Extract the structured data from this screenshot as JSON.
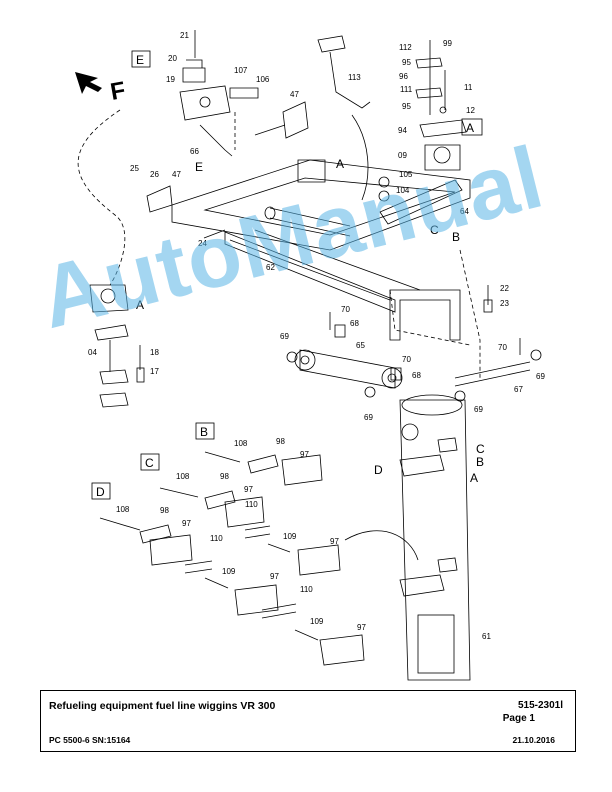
{
  "title_block": {
    "title": "Refueling equipment fuel line wiggins VR 300",
    "document_number": "515-2301l",
    "page": "Page 1",
    "machine": "PC 5500-6 SN:15164",
    "date": "21.10.2016"
  },
  "direction_label": "F",
  "detail_boxes": {
    "A1": "A",
    "A2": "A",
    "B": "B",
    "C": "C",
    "D": "D",
    "E": "E"
  },
  "watermark": "AutoManual",
  "callouts": {
    "c21": "21",
    "c20": "20",
    "c19": "19",
    "c107": "107",
    "c106": "106",
    "c47a": "47",
    "c113": "113",
    "c112": "112",
    "c99": "99",
    "c95a": "95",
    "c96": "96",
    "c111": "111",
    "c11": "11",
    "c95b": "95",
    "c12": "12",
    "c94": "94",
    "c09": "09",
    "c66": "66",
    "cE": "E",
    "cA1": "A",
    "c105": "105",
    "c104": "104",
    "c25": "25",
    "c26": "26",
    "c47b": "47",
    "c64": "64",
    "c24": "24",
    "cC1": "C",
    "cB1": "B",
    "c62": "62",
    "c22": "22",
    "c23": "23",
    "cA2": "A",
    "c04": "04",
    "c18": "18",
    "c17": "17",
    "c70a": "70",
    "c68a": "68",
    "c69a": "69",
    "c65": "65",
    "c70b": "70",
    "c68b": "68",
    "c70c": "70",
    "c69b": "69",
    "c67": "67",
    "c69c": "69",
    "c69d": "69",
    "c108a": "108",
    "c98a": "98",
    "c97a": "97",
    "cC2": "C",
    "cB2": "B",
    "cD": "D",
    "cA3": "A",
    "c108b": "108",
    "c98b": "98",
    "c97b": "97",
    "c110a": "110",
    "c109a": "109",
    "c108c": "108",
    "c98c": "98",
    "c97c": "97",
    "c97d": "97",
    "c110b": "110",
    "c109b": "109",
    "c97e": "97",
    "c110c": "110",
    "c109c": "109",
    "c97f": "97",
    "c61": "61"
  },
  "colors": {
    "line": "#000000",
    "watermark": "#5ab4e6"
  }
}
